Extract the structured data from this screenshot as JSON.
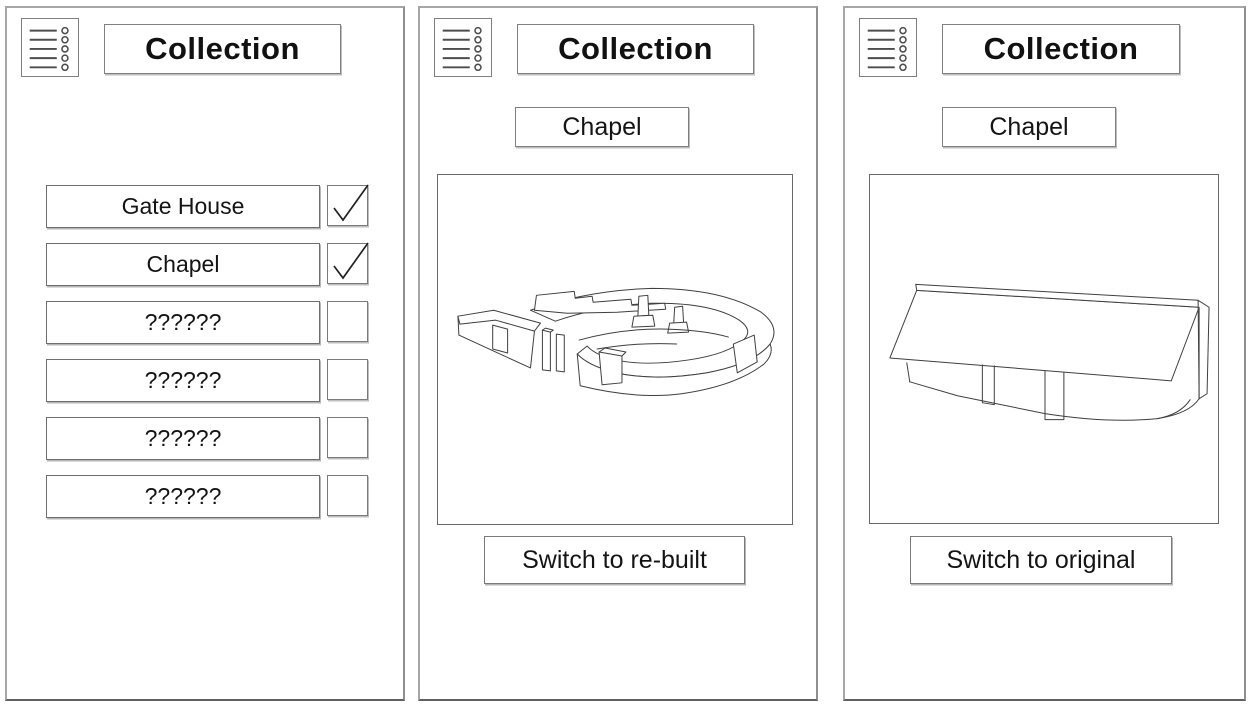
{
  "colors": {
    "background": "#ffffff",
    "panel_border": "#a6a6a6",
    "box_border": "#6e6e6e",
    "text": "#141414",
    "sketch_stroke": "#3f3f3f"
  },
  "panels": {
    "list": {
      "menu_icon": "list-menu-icon",
      "title": "Collection",
      "items": [
        {
          "label": "Gate House",
          "checked": true
        },
        {
          "label": "Chapel",
          "checked": true
        },
        {
          "label": "??????",
          "checked": false
        },
        {
          "label": "??????",
          "checked": false
        },
        {
          "label": "??????",
          "checked": false
        },
        {
          "label": "??????",
          "checked": false
        }
      ]
    },
    "original": {
      "menu_icon": "list-menu-icon",
      "title": "Collection",
      "selected_item": "Chapel",
      "image": "chapel-original-ruins-sketch",
      "switch_button": "Switch to re-built"
    },
    "rebuilt": {
      "menu_icon": "list-menu-icon",
      "title": "Collection",
      "selected_item": "Chapel",
      "image": "chapel-rebuilt-sketch",
      "switch_button": "Switch to original"
    }
  }
}
